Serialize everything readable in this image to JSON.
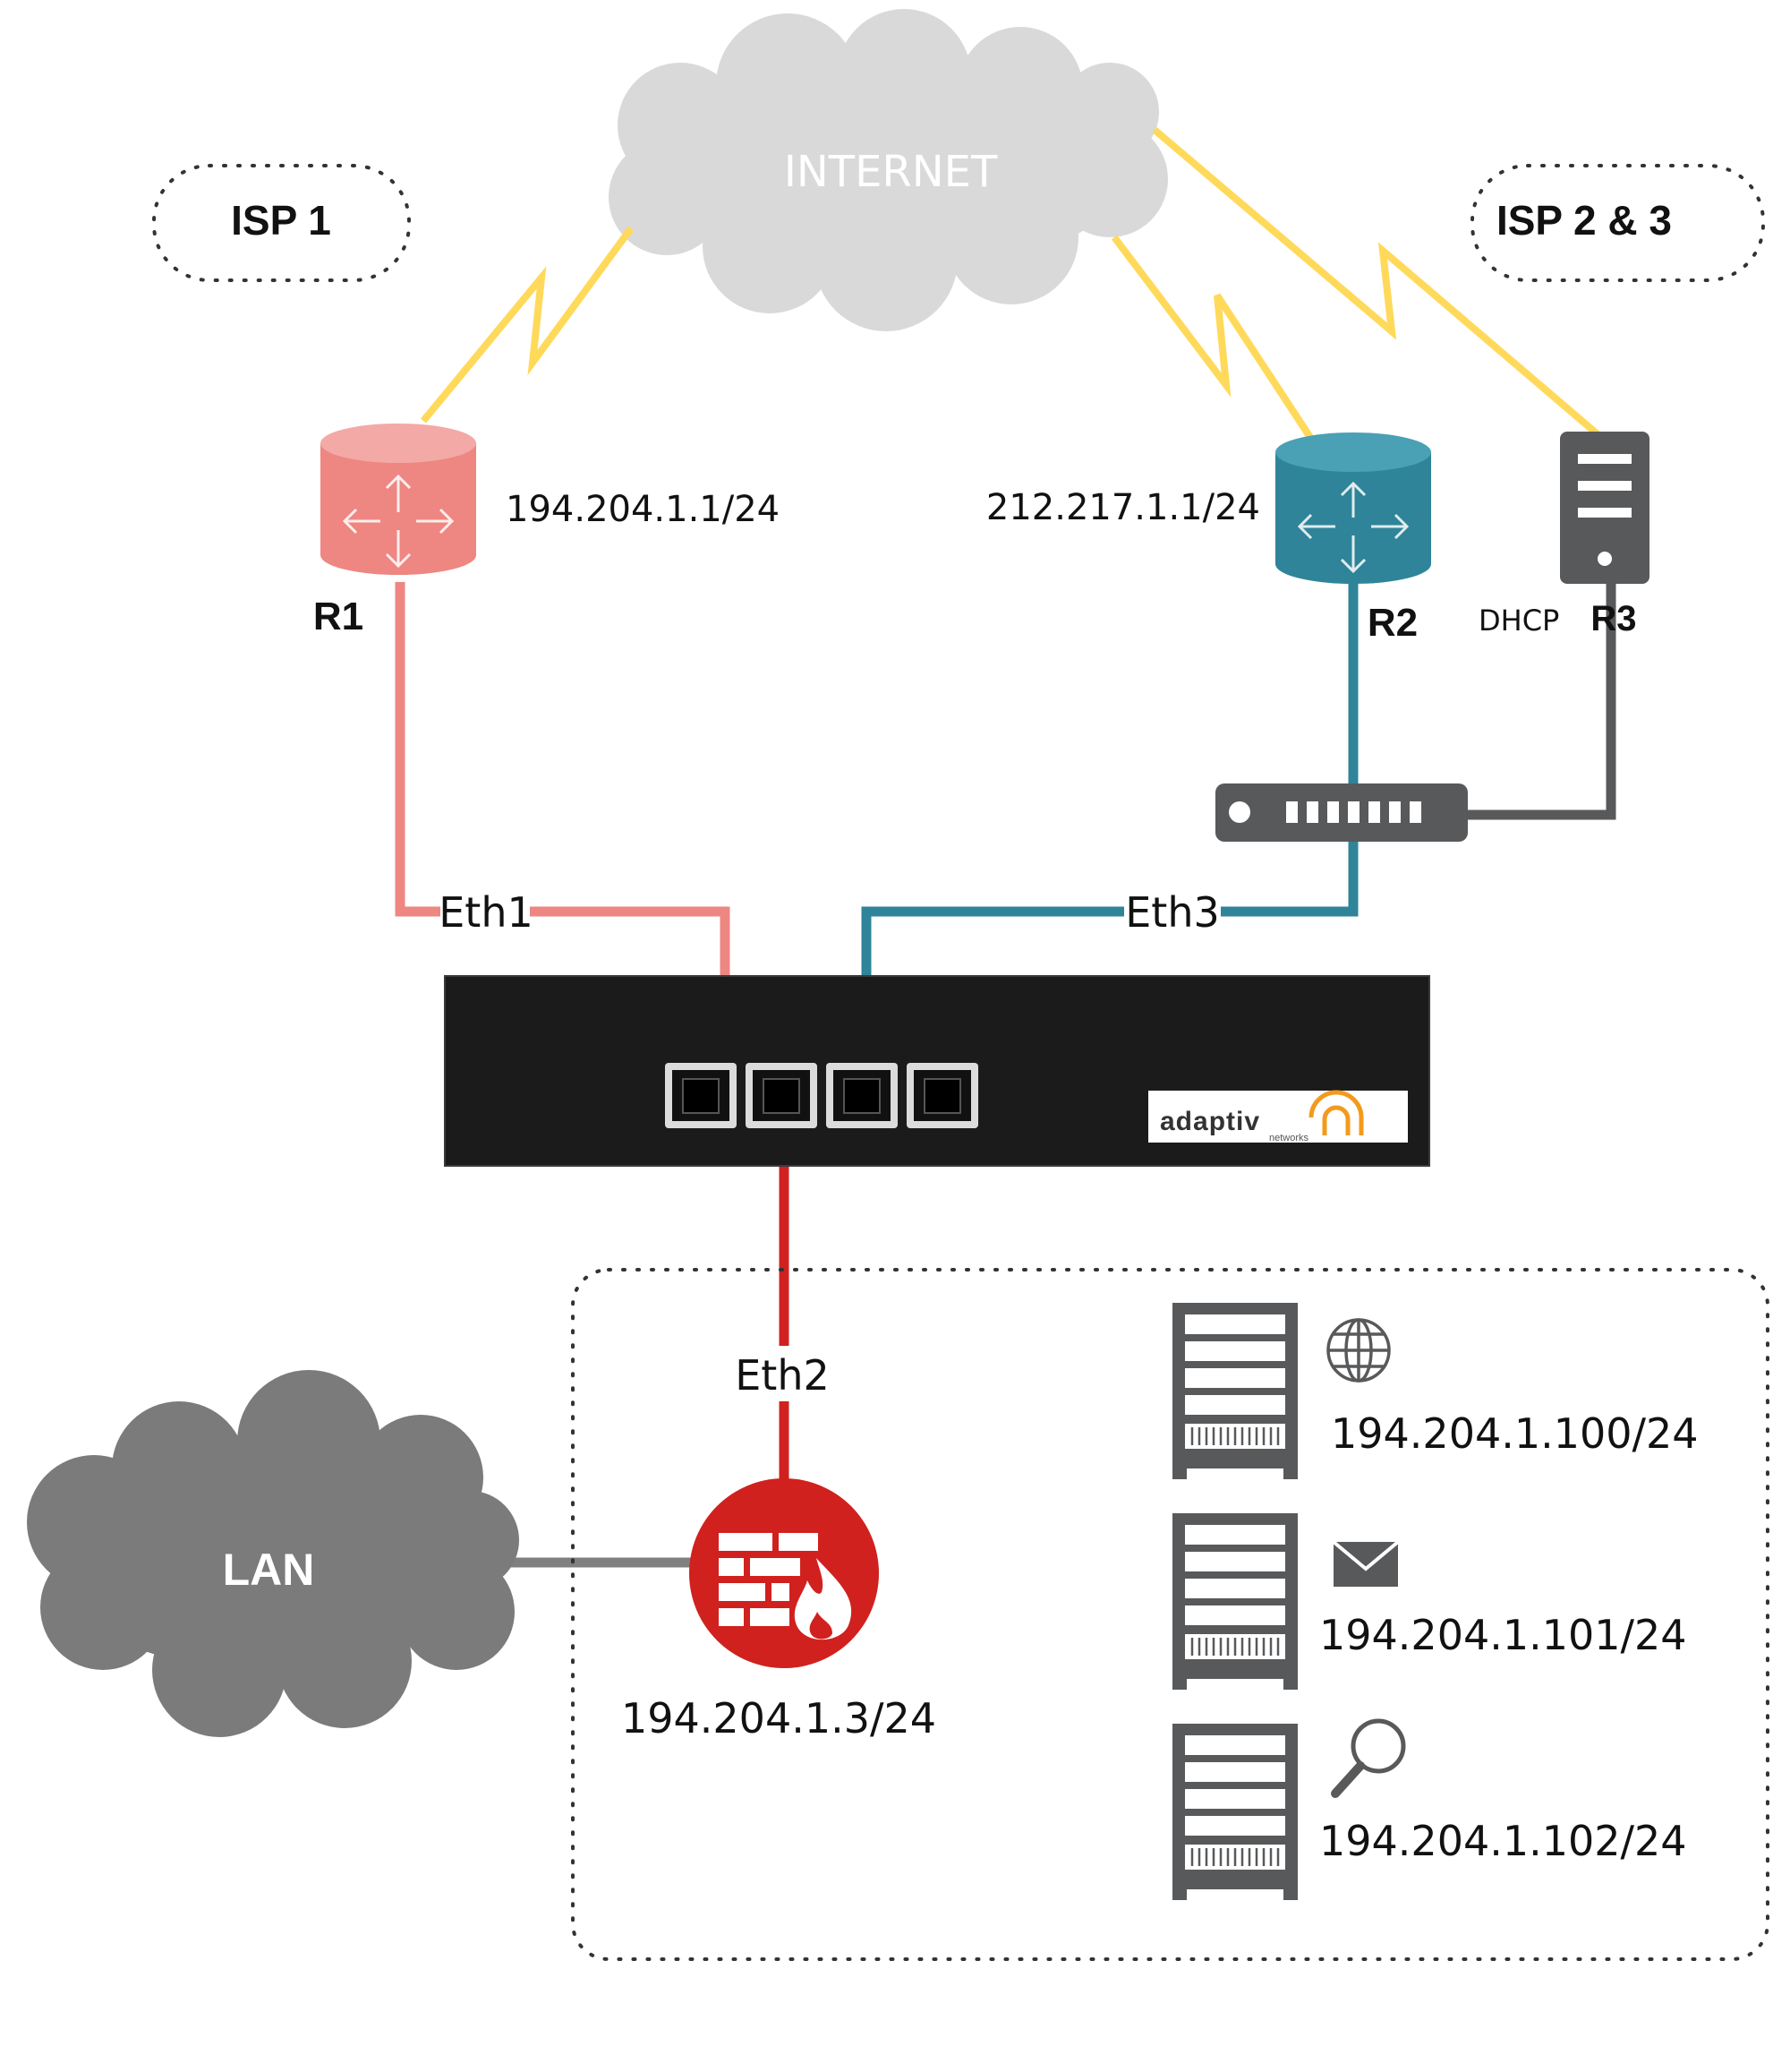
{
  "colors": {
    "isp1": "#ee8682",
    "isp2": "#2f8499",
    "isp3": "#58595b",
    "lan_link": "#d0211f",
    "lightning": "#ffd95a",
    "cloud_internet": "#d9d9d9",
    "cloud_lan": "#7b7b7b",
    "appliance": "#1b1b1b",
    "brand_orange": "#f39a1e"
  },
  "internet": {
    "label": "INTERNET",
    "icon": "cloud-icon"
  },
  "lan": {
    "label": "LAN",
    "icon": "cloud-icon"
  },
  "isp_groups": [
    {
      "label": "ISP 1"
    },
    {
      "label": "ISP 2 & 3"
    }
  ],
  "routers": {
    "r1": {
      "name": "R1",
      "ip": "194.204.1.1/24",
      "icon": "router-icon"
    },
    "r2": {
      "name": "R2",
      "ip": "212.217.1.1/24",
      "icon": "router-icon"
    },
    "r3": {
      "name": "R3",
      "note": "DHCP",
      "icon": "server-icon"
    }
  },
  "switch": {
    "icon": "switch-icon"
  },
  "links": {
    "eth1": "Eth1",
    "eth2": "Eth2",
    "eth3": "Eth3"
  },
  "appliance": {
    "ports": 4,
    "brand": "adaptiv",
    "brand_sub": "networks"
  },
  "firewall": {
    "ip": "194.204.1.3/24",
    "icon": "firewall-icon"
  },
  "servers": [
    {
      "ip": "194.204.1.100/24",
      "icon": "globe-icon"
    },
    {
      "ip": "194.204.1.101/24",
      "icon": "mail-icon"
    },
    {
      "ip": "194.204.1.102/24",
      "icon": "search-icon"
    }
  ]
}
